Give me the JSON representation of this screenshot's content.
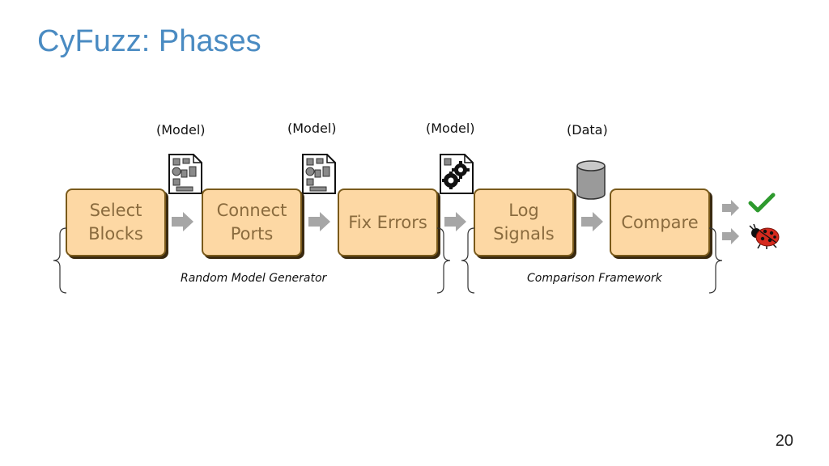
{
  "slide": {
    "title": "CyFuzz: Phases",
    "page_number": "20"
  },
  "diagram": {
    "phases": [
      {
        "label": "Select\nBlocks"
      },
      {
        "label": "Connect\nPorts"
      },
      {
        "label": "Fix Errors"
      },
      {
        "label": "Log\nSignals"
      },
      {
        "label": "Compare"
      }
    ],
    "artifacts": [
      {
        "label": "(Model)",
        "icon": "model-document-icon"
      },
      {
        "label": "(Model)",
        "icon": "model-document-icon"
      },
      {
        "label": "(Model)",
        "icon": "compiled-model-gears-icon"
      },
      {
        "label": "(Data)",
        "icon": "database-cylinder-icon"
      }
    ],
    "groups": [
      {
        "label": "Random Model Generator"
      },
      {
        "label": "Comparison Framework"
      }
    ],
    "outcomes": [
      {
        "icon": "green-checkmark-icon"
      },
      {
        "icon": "ladybug-icon"
      }
    ],
    "colors": {
      "title": "#4a8bc2",
      "box_fill": "#fdd8a4",
      "box_text": "#8a6b3e",
      "arrow": "#a6a6a6",
      "check": "#2e9a2e",
      "bug": "#d62a1e"
    }
  }
}
